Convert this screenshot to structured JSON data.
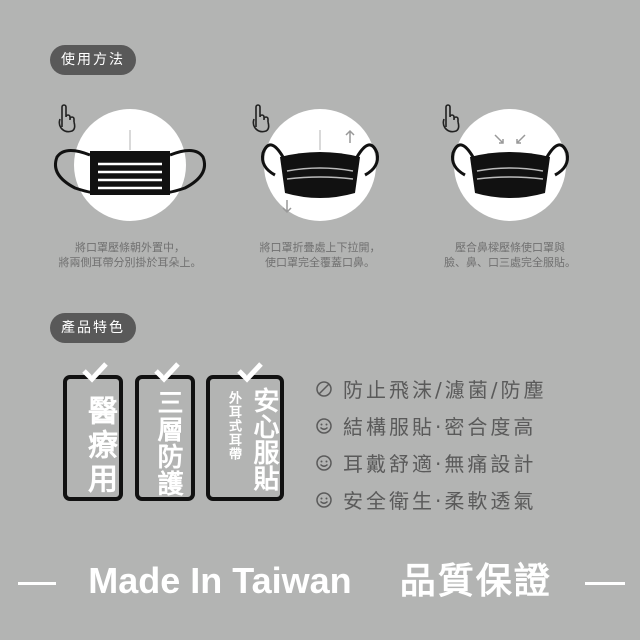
{
  "usage": {
    "title": "使用方法",
    "steps": [
      {
        "caption_line1": "將口罩壓條朝外置中，",
        "caption_line2": "將兩側耳帶分別掛於耳朵上。"
      },
      {
        "caption_line1": "將口罩折疊處上下拉開，",
        "caption_line2": "使口罩完全覆蓋口鼻。"
      },
      {
        "caption_line1": "壓合鼻樑壓條使口罩與",
        "caption_line2": "臉、鼻、口三處完全服貼。"
      }
    ]
  },
  "features": {
    "title": "產品特色",
    "badges": [
      {
        "main": "醫療用"
      },
      {
        "main": "三層防護"
      },
      {
        "main": "安心服貼",
        "sub": "外耳式耳帶"
      }
    ],
    "list": [
      {
        "icon": "prohibited-icon",
        "text": "防止飛沫/濾菌/防塵"
      },
      {
        "icon": "smile-icon",
        "text": "結構服貼‧密合度高"
      },
      {
        "icon": "smile-icon",
        "text": "耳戴舒適‧無痛設計"
      },
      {
        "icon": "smile-icon",
        "text": "安全衛生‧柔軟透氣"
      }
    ]
  },
  "footer": {
    "made_in": "Made In Taiwan",
    "quality": "品質保證"
  },
  "colors": {
    "background": "#b3b4b3",
    "pill": "#595959",
    "text": "#5a5a5a"
  }
}
